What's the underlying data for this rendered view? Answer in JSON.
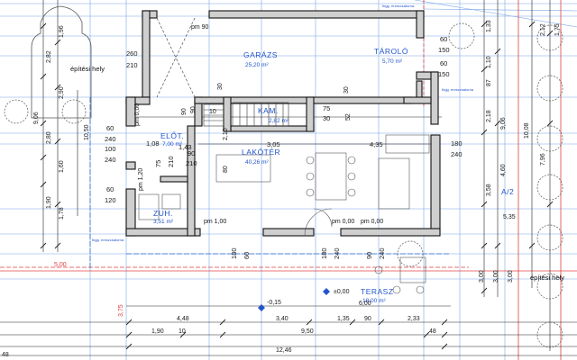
{
  "rooms": {
    "garage": {
      "name": "GARÁZS",
      "area": "25,20 m²"
    },
    "storage": {
      "name": "TÁROLÓ",
      "area": "5,70 m²"
    },
    "pantry": {
      "name": "KAM.",
      "area": "2,82 m²"
    },
    "entry": {
      "name": "ELŐT.",
      "area": "7,00 m²"
    },
    "living": {
      "name": "LAKÓTÉR",
      "area": "40,26 m²"
    },
    "shower": {
      "name": "ZUH.",
      "area": "3,51 m²"
    },
    "terrace": {
      "name": "TERASZ",
      "area": "18,00 m²"
    }
  },
  "labels": {
    "building_line_top": "építési hely",
    "building_line_right": "építési hely",
    "axis": "A/2",
    "level_zero": "±0,00",
    "level_terrace": "-0,15",
    "pm_garage": "pm 90",
    "pm_entry": "pm 0,00",
    "pm_shower": "pm 1,20",
    "pm_living1": "pm 1,00",
    "pm_living2": "pm 0,00",
    "pm_living3": "pm 0,00",
    "note1": "függ. ereszcsatorna",
    "note2": "függ. ereszcsatorna",
    "note3": "függ. ereszcsatorna"
  },
  "dims": {
    "top_left_1": "2,82",
    "top_left_2": "1,96",
    "top_left_3": "2,90",
    "left_1": "9,06",
    "left_2": "2,80",
    "left_3": "10,50",
    "left_4": "1,60",
    "left_5": "1,90",
    "left_6": "1,78",
    "garage_door_w": "260",
    "garage_door_h": "210",
    "store_w1": "60",
    "store_h1": "150",
    "store_w2": "60",
    "store_h2": "150",
    "right_1": "1,33",
    "right_2": "1,10",
    "right_3": "87",
    "right_4": "2,18",
    "right_5": "9,06",
    "right_6": "10,08",
    "right_7": "4,60",
    "right_8": "3,58",
    "right_9": "7,96",
    "right_10": "2,12",
    "right_11": "1,75",
    "int_1": "1,43",
    "int_2": "3,05",
    "int_3": "4,35",
    "int_4": "1,08",
    "win_1": "60",
    "win_2": "240",
    "win_3": "100",
    "win_4": "240",
    "win_5": "60",
    "win_6": "120",
    "win_7": "90",
    "win_8": "210",
    "win_9": "75",
    "win_10": "210",
    "win_11": "180",
    "win_12": "240",
    "s_1": "180",
    "s_2": "60",
    "s_3": "180",
    "s_4": "240",
    "s_5": "90",
    "s_6": "240",
    "bot_1": "5,00",
    "bot_2": "3,75",
    "bot_3": "4,48",
    "bot_4": "3,40",
    "bot_5": "1,35",
    "bot_6": "90",
    "bot_7": "2,33",
    "bot_8": "6,00",
    "bot_9": "5,35",
    "bot_10": "1,90",
    "bot_11": "10",
    "bot_12": "9,50",
    "bot_13": "48",
    "bot_14": "12,46",
    "t_1": "3,00",
    "t_2": "3,00",
    "t_3": "3,00",
    "k_1": "30",
    "k_2": "75",
    "k_3": "30",
    "k_4": "52",
    "k_5": "10",
    "k_6": "2,10",
    "k_7": "90",
    "k_8": "80",
    "k_9": "90",
    "k_10": "30",
    "n48": "48"
  }
}
